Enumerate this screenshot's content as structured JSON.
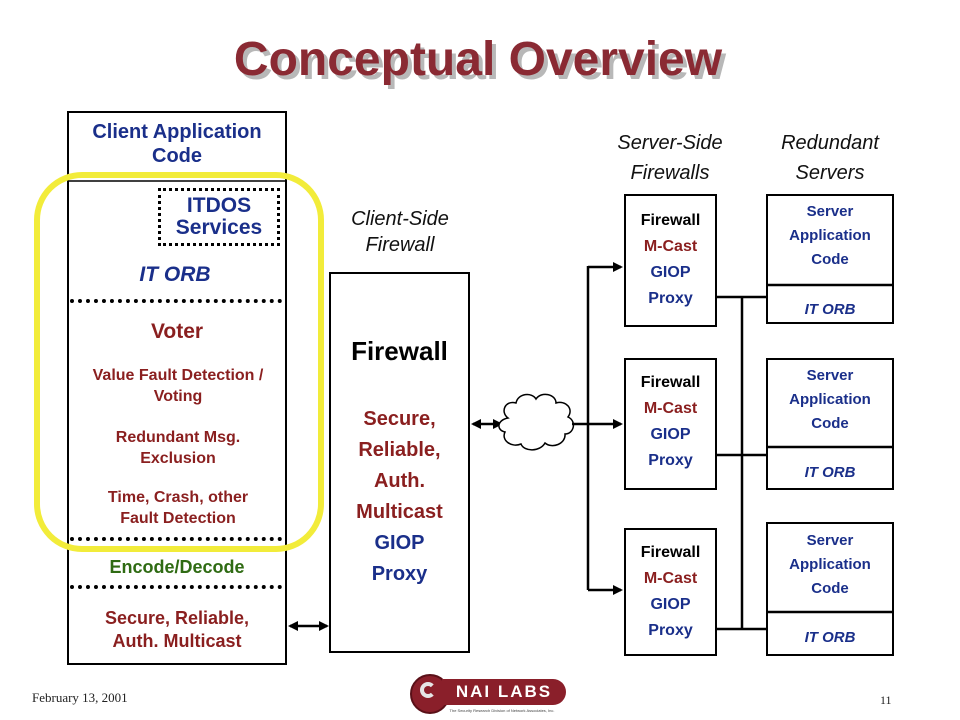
{
  "slide": {
    "title": "Conceptual Overview",
    "footer_date": "February 13, 2001",
    "page_number": "11",
    "logo_text": "NAI LABS",
    "logo_tagline": "The Security Research Division of Network Associates, Inc."
  },
  "client_stack": {
    "header": "Client Application Code",
    "itdos": "ITDOS Services",
    "it_orb": "IT ORB",
    "voter_title": "Voter",
    "voter_items": [
      "Value Fault Detection / Voting",
      "Redundant Msg. Exclusion",
      "Time, Crash, other Fault Detection"
    ],
    "encode": "Encode/Decode",
    "multicast": "Secure, Reliable, Auth. Multicast"
  },
  "client_firewall": {
    "caption_line1": "Client-Side",
    "caption_line2": "Firewall",
    "title": "Firewall",
    "lines": [
      "Secure,",
      "Reliable,",
      "Auth.",
      "Multicast"
    ],
    "lines2": [
      "GIOP",
      "Proxy"
    ]
  },
  "server_firewalls": {
    "caption_line1": "Server-Side",
    "caption_line2": "Firewalls",
    "items": [
      {
        "l1": "Firewall",
        "l2": "M-Cast",
        "l3": "GIOP",
        "l4": "Proxy"
      },
      {
        "l1": "Firewall",
        "l2": "M-Cast",
        "l3": "GIOP",
        "l4": "Proxy"
      },
      {
        "l1": "Firewall",
        "l2": "M-Cast",
        "l3": "GIOP",
        "l4": "Proxy"
      }
    ]
  },
  "servers": {
    "caption_line1": "Redundant",
    "caption_line2": "Servers",
    "items": [
      {
        "l1": "Server",
        "l2": "Application",
        "l3": "Code",
        "orb": "IT ORB"
      },
      {
        "l1": "Server",
        "l2": "Application",
        "l3": "Code",
        "orb": "IT ORB"
      },
      {
        "l1": "Server",
        "l2": "Application",
        "l3": "Code",
        "orb": "IT ORB"
      }
    ]
  },
  "colors": {
    "maroon": "#8a1f1f",
    "green": "#2f6b13",
    "blue": "#1a2f8a",
    "highlight": "#f2ec3a"
  }
}
